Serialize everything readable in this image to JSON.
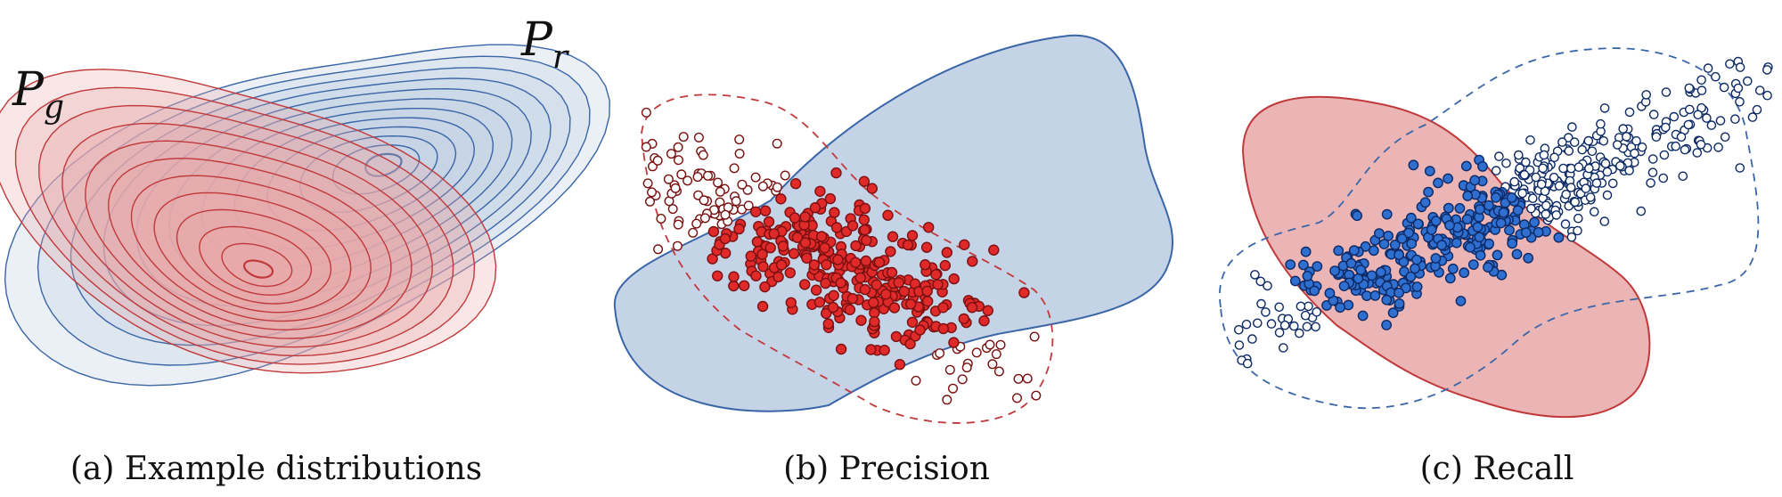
{
  "distributions": {
    "generated": {
      "label": "P",
      "subscript": "g",
      "color": "#c83c3c"
    },
    "real": {
      "label": "P",
      "subscript": "r",
      "color": "#3a66a8"
    }
  },
  "panels": [
    {
      "id": "a",
      "caption": "(a) Example distributions"
    },
    {
      "id": "b",
      "caption": "(b) Precision"
    },
    {
      "id": "c",
      "caption": "(c) Recall"
    }
  ],
  "colors": {
    "red_fill": "#e8a8a8",
    "red_line": "#c0393b",
    "red_point": "#e02a2a",
    "red_point_edge": "#7a1010",
    "blue_fill": "#c5d3e6",
    "blue_line": "#3a66a8",
    "blue_point": "#2f6fd0",
    "blue_point_edge": "#0d2a66"
  }
}
